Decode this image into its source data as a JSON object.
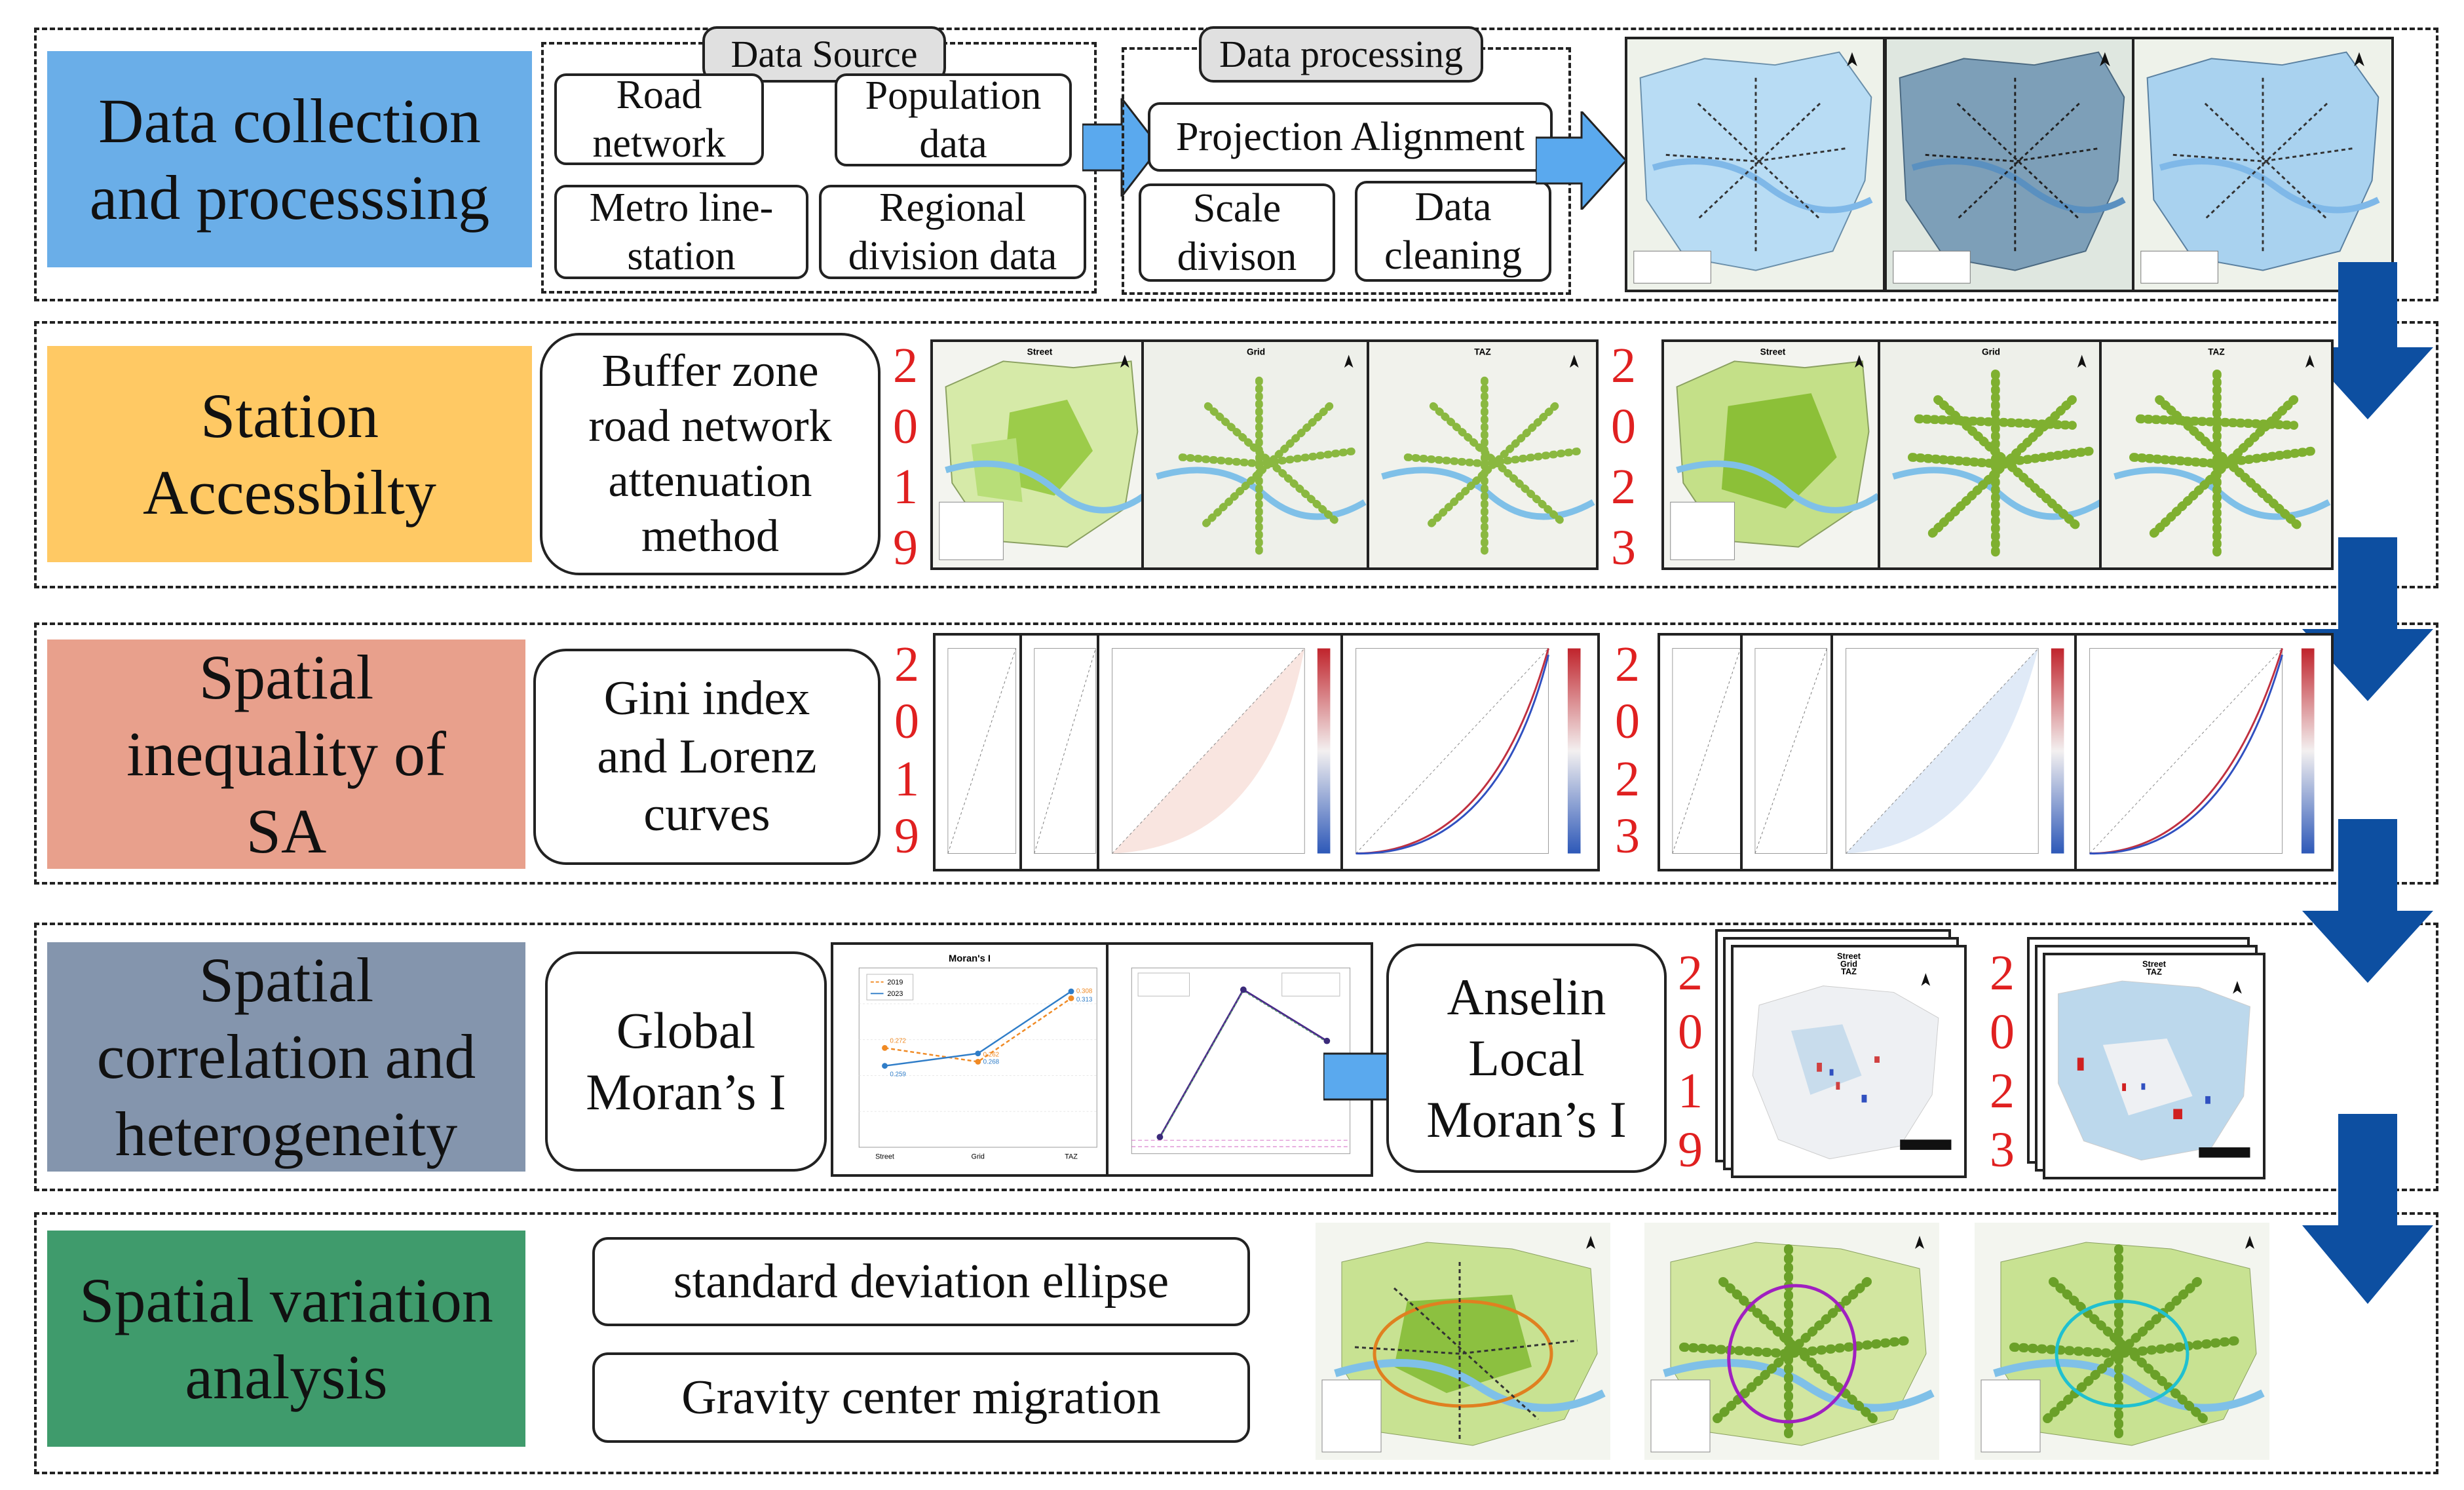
{
  "colors": {
    "stage1": "#6aaee8",
    "stage2": "#ffc964",
    "stage3": "#e8a08c",
    "stage4": "#8495ad",
    "stage5": "#3f9b6c",
    "arrow_light": "#5aa9ee",
    "arrow_dark": "#0d4fa1",
    "year": "#e02020"
  },
  "rows": [
    {
      "stage": "Data collection and processsing"
    },
    {
      "stage": "Station Accessbilty"
    },
    {
      "stage": "Spatial inequality of SA"
    },
    {
      "stage": "Spatial correlation and heterogeneity"
    },
    {
      "stage": "Spatial variation analysis"
    }
  ],
  "data_source": {
    "label": "Data Source",
    "items": [
      "Road network",
      "Population data",
      "Metro line-station",
      "Regional division data"
    ]
  },
  "data_processing": {
    "label": "Data processing",
    "items": [
      "Projection Alignment",
      "Scale divison",
      "Data cleaning"
    ]
  },
  "accessibility": {
    "method": "Buffer zone road network attenuation method",
    "year_a": [
      "2",
      "0",
      "1",
      "9"
    ],
    "year_b": [
      "2",
      "0",
      "2",
      "3"
    ],
    "panel_titles": [
      "Street",
      "Grid",
      "TAZ"
    ]
  },
  "inequality": {
    "method": "Gini index and Lorenz curves",
    "year_a": [
      "2",
      "0",
      "1",
      "9"
    ],
    "year_b": [
      "2",
      "0",
      "2",
      "3"
    ]
  },
  "correlation": {
    "method": "Global Moran’s I",
    "local": "Anselin Local Moran’s I",
    "year_a": [
      "2",
      "0",
      "1",
      "9"
    ],
    "year_b": [
      "2",
      "0",
      "2",
      "3"
    ],
    "moran_title": "Moran's I",
    "local_labels": [
      "Street",
      "Grid",
      "TAZ"
    ]
  },
  "variation": {
    "methods": [
      "standard deviation ellipse",
      "Gravity center migration"
    ]
  },
  "chart_data": {
    "type": "line",
    "title": "Moran's I",
    "categories": [
      "Street",
      "Grid",
      "TAZ"
    ],
    "series": [
      {
        "name": "2019",
        "values": [
          0.272,
          0.262,
          0.308
        ]
      },
      {
        "name": "2023",
        "values": [
          0.259,
          0.268,
          0.313
        ]
      }
    ],
    "ylim": [
      0.2,
      0.33
    ]
  }
}
